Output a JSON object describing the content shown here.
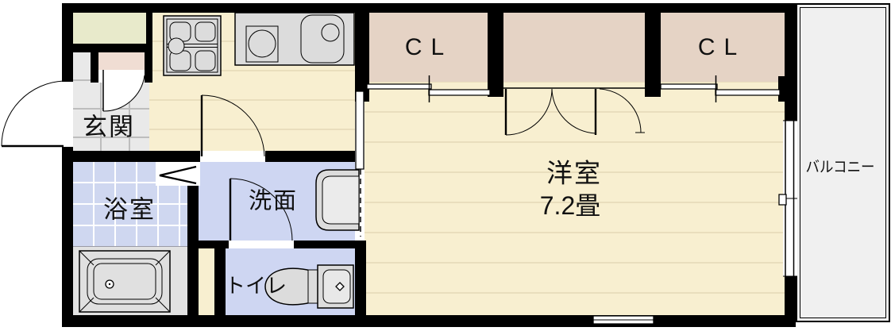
{
  "rooms": {
    "entrance": {
      "label": "玄関"
    },
    "bathroom": {
      "label": "浴室"
    },
    "washroom": {
      "label": "洗面"
    },
    "toilet": {
      "label": "トイレ"
    },
    "western_room": {
      "label": "洋室",
      "size": "7.2畳"
    },
    "closet_left": {
      "label": "CL"
    },
    "closet_right": {
      "label": "CL"
    },
    "balcony": {
      "label": "バルコニー"
    }
  },
  "colors": {
    "wall": "#000000",
    "wood_floor": "#f8efd0",
    "floor_line": "#e9debd",
    "closet": "#e5d3c5",
    "wet_room": "#ced6f2",
    "bath_tile": "#cfd7f0",
    "entrance_tile": "#e9e9e9",
    "tile_line": "#bdbdbd",
    "fixture": "#dcdcdc",
    "fixture_area": "#e2e2e2",
    "balcony_fill": "#f0f0f0",
    "storage_green": "#e8eacb",
    "niche_pink": "#f0ddd3"
  }
}
